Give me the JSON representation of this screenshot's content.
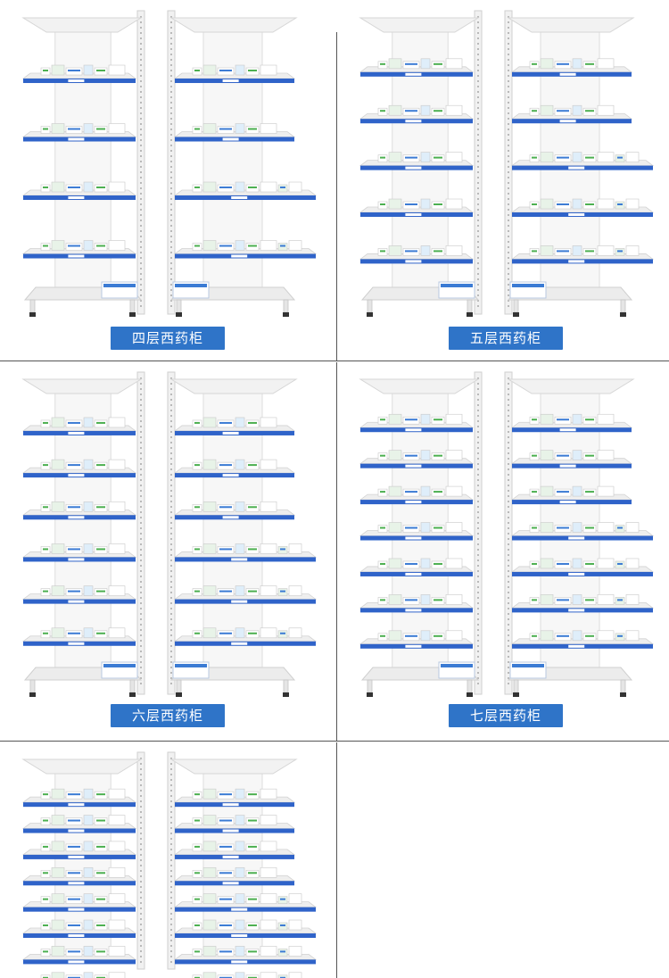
{
  "colors": {
    "label_bg": "#2f74c8",
    "label_text": "#ffffff",
    "shelf_blue": "#2f63c9",
    "frame": "#f1f1f1",
    "divider": "#555555"
  },
  "cabinets": [
    {
      "label": "四层西药柜",
      "tiers": 4
    },
    {
      "label": "五层西药柜",
      "tiers": 5
    },
    {
      "label": "六层西药柜",
      "tiers": 6
    },
    {
      "label": "七层西药柜",
      "tiers": 7
    },
    {
      "label": "",
      "tiers": 8
    }
  ]
}
